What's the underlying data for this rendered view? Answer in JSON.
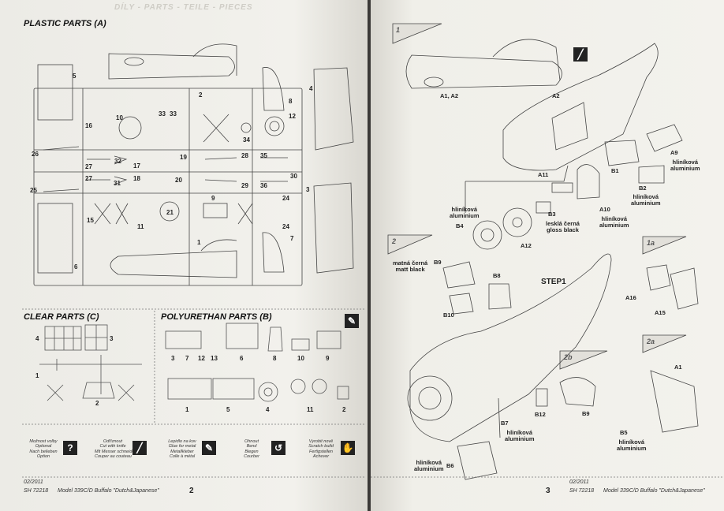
{
  "left": {
    "watermark": "DÍLY - PARTS - TEILE - PIECES",
    "plastic_title": "PLASTIC PARTS (A)",
    "clear_title": "CLEAR PARTS (C)",
    "poly_title": "POLYURETHAN PARTS (B)",
    "plastic_numbers": [
      {
        "id": "p5",
        "t": "5"
      },
      {
        "id": "p2",
        "t": "2"
      },
      {
        "id": "p8",
        "t": "8"
      },
      {
        "id": "p4",
        "t": "4"
      },
      {
        "id": "p10",
        "t": "10"
      },
      {
        "id": "p33a",
        "t": "33"
      },
      {
        "id": "p33b",
        "t": "33"
      },
      {
        "id": "p16",
        "t": "16"
      },
      {
        "id": "p12",
        "t": "12"
      },
      {
        "id": "p34",
        "t": "34"
      },
      {
        "id": "p26",
        "t": "26"
      },
      {
        "id": "p27a",
        "t": "27"
      },
      {
        "id": "p32",
        "t": "32"
      },
      {
        "id": "p17",
        "t": "17"
      },
      {
        "id": "p19",
        "t": "19"
      },
      {
        "id": "p28",
        "t": "28"
      },
      {
        "id": "p35",
        "t": "35"
      },
      {
        "id": "p27b",
        "t": "27"
      },
      {
        "id": "p31",
        "t": "31"
      },
      {
        "id": "p18",
        "t": "18"
      },
      {
        "id": "p20",
        "t": "20"
      },
      {
        "id": "p29",
        "t": "29"
      },
      {
        "id": "p36",
        "t": "36"
      },
      {
        "id": "p30",
        "t": "30"
      },
      {
        "id": "p25",
        "t": "25"
      },
      {
        "id": "p9",
        "t": "9"
      },
      {
        "id": "p24a",
        "t": "24"
      },
      {
        "id": "p3",
        "t": "3"
      },
      {
        "id": "p15",
        "t": "15"
      },
      {
        "id": "p11",
        "t": "11"
      },
      {
        "id": "p21",
        "t": "21"
      },
      {
        "id": "p24b",
        "t": "24"
      },
      {
        "id": "p1",
        "t": "1"
      },
      {
        "id": "p7",
        "t": "7"
      },
      {
        "id": "p6",
        "t": "6"
      }
    ],
    "clear_numbers": [
      {
        "id": "c4",
        "t": "4"
      },
      {
        "id": "c3",
        "t": "3"
      },
      {
        "id": "c1",
        "t": "1"
      },
      {
        "id": "c2",
        "t": "2"
      }
    ],
    "poly_numbers": [
      {
        "id": "b3",
        "t": "3"
      },
      {
        "id": "b7",
        "t": "7"
      },
      {
        "id": "b12",
        "t": "12"
      },
      {
        "id": "b13",
        "t": "13"
      },
      {
        "id": "b6",
        "t": "6"
      },
      {
        "id": "b8",
        "t": "8"
      },
      {
        "id": "b10",
        "t": "10"
      },
      {
        "id": "b9",
        "t": "9"
      },
      {
        "id": "b1",
        "t": "1"
      },
      {
        "id": "b5",
        "t": "5"
      },
      {
        "id": "b4",
        "t": "4"
      },
      {
        "id": "b11",
        "t": "11"
      },
      {
        "id": "b2",
        "t": "2"
      }
    ],
    "legend": [
      {
        "icon": "?",
        "text": "Možnost volby\nOptional\nNach belieben\nOption"
      },
      {
        "icon": "╱",
        "text": "Odříznout\nCut with knife\nMit Messer schneiden\nCouper au couteau"
      },
      {
        "icon": "✎",
        "text": "Lepidlo na kov\nGlue for metal\nMetallkleber\nColle à métal"
      },
      {
        "icon": "↺",
        "text": "Ohnout\nBend\nBiegen\nCourber"
      },
      {
        "icon": "✋",
        "text": "Vyrobit nově\nScratch build\nFertigstellen\nAchever"
      }
    ],
    "footer_date": "02/2011",
    "footer_code": "SH 72218",
    "footer_title": "Model 339C/D Buffalo \"Dutch&Japanese\"",
    "page_number": "2"
  },
  "right": {
    "step1_tag": "1",
    "step2_tag": "2",
    "step1a_tag": "1a",
    "step2a_tag": "2a",
    "step2b_tag": "2b",
    "step_title": "STEP1",
    "labels": [
      {
        "id": "a1a2",
        "t": "A1, A2"
      },
      {
        "id": "a2",
        "t": "A2"
      },
      {
        "id": "a9",
        "t": "A9"
      },
      {
        "id": "a9m",
        "t": "hliníková\naluminium"
      },
      {
        "id": "b1",
        "t": "B1"
      },
      {
        "id": "b2",
        "t": "B2"
      },
      {
        "id": "b2m",
        "t": "hliníková\naluminium"
      },
      {
        "id": "a11",
        "t": "A11"
      },
      {
        "id": "b3",
        "t": "B3"
      },
      {
        "id": "b3m",
        "t": "lesklá černá\ngloss black"
      },
      {
        "id": "a10",
        "t": "A10"
      },
      {
        "id": "a10m",
        "t": "hliníková\naluminium"
      },
      {
        "id": "b4m",
        "t": "hliníková\naluminium"
      },
      {
        "id": "b4",
        "t": "B4"
      },
      {
        "id": "a12",
        "t": "A12"
      },
      {
        "id": "matt",
        "t": "matná černá\nmatt black"
      },
      {
        "id": "b9a",
        "t": "B9"
      },
      {
        "id": "b8",
        "t": "B8"
      },
      {
        "id": "b10",
        "t": "B10"
      },
      {
        "id": "a16",
        "t": "A16"
      },
      {
        "id": "a15",
        "t": "A15"
      },
      {
        "id": "a1",
        "t": "A1"
      },
      {
        "id": "b12",
        "t": "B12"
      },
      {
        "id": "b9b",
        "t": "B9"
      },
      {
        "id": "b7",
        "t": "B7"
      },
      {
        "id": "b7m",
        "t": "hliníková\naluminium"
      },
      {
        "id": "b5",
        "t": "B5"
      },
      {
        "id": "b5m",
        "t": "hliníková\naluminium"
      },
      {
        "id": "b6m",
        "t": "hliníková\naluminium"
      },
      {
        "id": "b6",
        "t": "B6"
      }
    ],
    "footer_date": "02/2011",
    "footer_code": "SH 72218",
    "footer_title": "Model 339C/D Buffalo \"Dutch&Japanese\"",
    "page_number": "3"
  }
}
